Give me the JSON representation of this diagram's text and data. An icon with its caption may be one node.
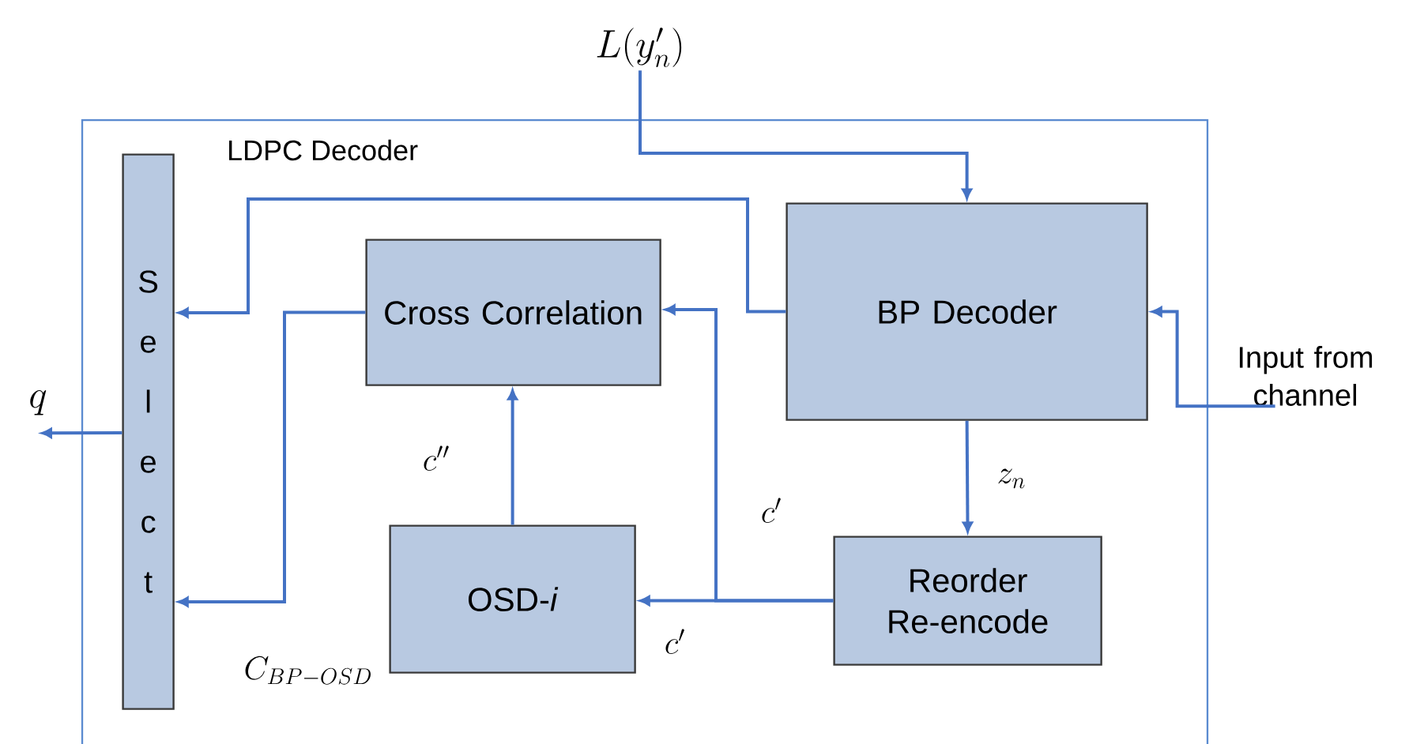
{
  "diagram": {
    "nodes": [
      {
        "text": [
          "LDPC Decoder"
        ]
      },
      {
        "text": [
          "Select"
        ],
        "in": 0
      },
      {
        "text": [
          "Cross Correlation"
        ],
        "in": 0
      },
      {
        "text": [
          "BP Decoder"
        ],
        "in": 0
      },
      {
        "text": [
          "OSD-*i*"
        ],
        "in": 0
      },
      {
        "text": [
          "Reorder Re-encode"
        ],
        "in": 0
      },
      {
        "text": [
          "L(y'_n)"
        ]
      },
      {
        "text": [
          "Input from channel"
        ]
      },
      {
        "text": [
          "q"
        ]
      }
    ],
    "edges": [
      {
        "from": 6,
        "to": 3,
        "arrow": "to"
      },
      {
        "from": 7,
        "to": 3,
        "arrow": "to"
      },
      {
        "from": 3,
        "to": 1,
        "arrow": "to"
      },
      {
        "from": 2,
        "to": 1,
        "arrow": "to",
        "label": "C_{BP-OSD}"
      },
      {
        "from": 3,
        "to": 5,
        "arrow": "to",
        "label": "z_n"
      },
      {
        "from": 5,
        "to": 4,
        "arrow": "to",
        "label": "c'"
      },
      {
        "from": 5,
        "to": 2,
        "arrow": "to",
        "label": "c'"
      },
      {
        "from": 4,
        "to": 2,
        "arrow": "to",
        "label": "c''"
      },
      {
        "from": 1,
        "to": 8,
        "arrow": "to"
      }
    ]
  }
}
